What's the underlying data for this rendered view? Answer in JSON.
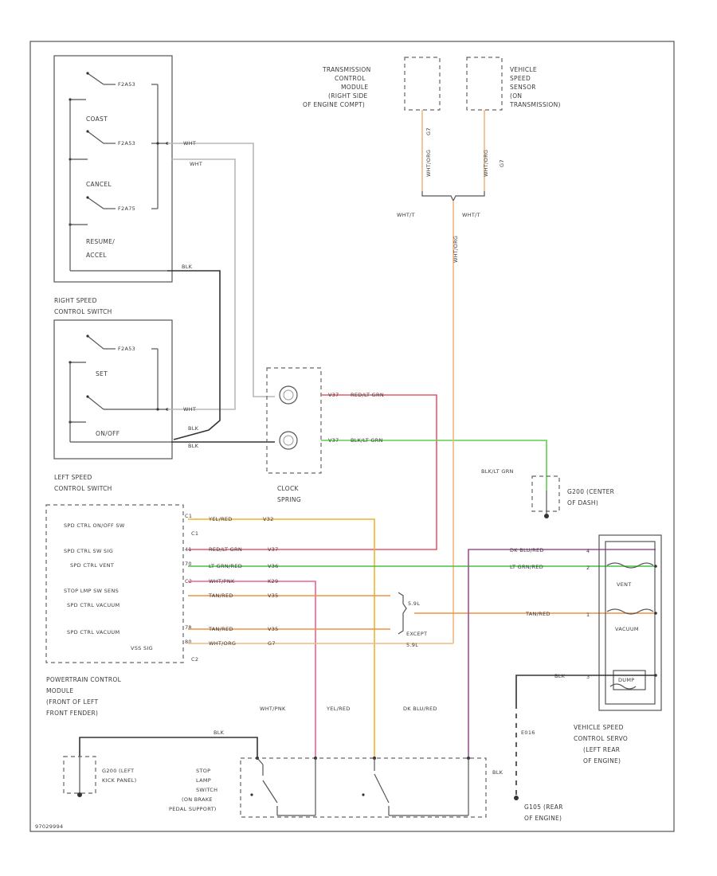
{
  "components": {
    "right_switch": {
      "name_lines": [
        "RIGHT SPEED",
        "CONTROL SWITCH"
      ],
      "contacts": [
        "COAST",
        "CANCEL",
        "RESUME/",
        "ACCEL"
      ],
      "terminal_labels": [
        "F2A53",
        "F2A53",
        "F2A75"
      ]
    },
    "left_switch": {
      "name_lines": [
        "LEFT SPEED",
        "CONTROL SWITCH"
      ],
      "contacts": [
        "SET",
        "ON/OFF"
      ],
      "terminal_labels": [
        "F2A53"
      ]
    },
    "tcm": {
      "name_lines": [
        "TRANSMISSION",
        "CONTROL",
        "MODULE",
        "(RIGHT SIDE",
        "OF ENGINE COMPT)"
      ]
    },
    "vss": {
      "name_lines": [
        "VEHICLE",
        "SPEED",
        "SENSOR",
        "(ON",
        "TRANSMISSION)"
      ]
    },
    "clock_spring": {
      "name_lines": [
        "CLOCK",
        "SPRING"
      ]
    },
    "g200": {
      "name_lines": [
        "G200 (CENTER",
        "OF DASH)"
      ]
    },
    "g200_left": {
      "name_lines": [
        "G200 (LEFT",
        "KICK PANEL)"
      ]
    },
    "pcm": {
      "name_lines": [
        "POWERTRAIN CONTROL",
        "MODULE",
        "(FRONT OF LEFT",
        "FRONT FENDER)"
      ],
      "pins": [
        {
          "label": "SPD CTRL ON/OFF SW",
          "pin": "C1",
          "wire": "YEL/RED",
          "circuit": "V32"
        },
        {
          "label": "SPD CTRL SW SIG",
          "pin": "41",
          "wire": "RED/LT GRN",
          "circuit": "V37"
        },
        {
          "label": "SPD CTRL VENT",
          "pin": "70",
          "wire": "LT GRN/RED",
          "circuit": "V36"
        },
        {
          "label": "STOP LMP SW SENS",
          "pin": "C2",
          "wire": "WHT/PNK",
          "circuit": "K29"
        },
        {
          "label": "SPD CTRL VACUUM",
          "pin": "",
          "wire": "TAN/RED",
          "circuit": "V35"
        },
        {
          "label": "SPD CTRL VACUUM",
          "pin": "78",
          "wire": "TAN/RED",
          "circuit": "V35"
        },
        {
          "label": "VSS SIG",
          "pin": "80",
          "wire": "WHT/ORG",
          "circuit": "G7"
        }
      ],
      "connector_labels": [
        "C1",
        "C2"
      ]
    },
    "servo": {
      "name_lines": [
        "VEHICLE SPEED",
        "CONTROL SERVO",
        "(LEFT REAR",
        "OF ENGINE)"
      ],
      "sections": [
        "VENT",
        "VACUUM",
        "DUMP"
      ],
      "pins": [
        "4",
        "2",
        "1",
        "3"
      ]
    },
    "stop_lamp": {
      "name_lines": [
        "STOP",
        "LAMP",
        "SWITCH",
        "(ON BRAKE",
        "PEDAL SUPPORT)"
      ]
    },
    "g105": {
      "name_lines": [
        "G105 (REAR",
        "OF ENGINE)"
      ]
    },
    "e016": {
      "label": "E016"
    }
  },
  "wire_labels": {
    "wht_1": "WHT",
    "wht_2": "WHT",
    "blk_a": "BLK",
    "blk_b": "BLK",
    "blk_c": "BLK",
    "wht_3": "WHT",
    "cs_top": "RED/LT GRN",
    "cs_bot": "BLK/LT GRN",
    "cs_top_c": "V37",
    "cs_bot_c": "V37",
    "g200_lbl": "BLK/LT GRN",
    "tcm_wire": "WHT/ORG",
    "tcm_circuit": "G7",
    "vss_wire": "WHT/ORG",
    "vss_circuit": "G7",
    "splice_l": "WHT/T",
    "splice_r": "WHT/T",
    "vert_wire": "WHT/ORG",
    "dk_blu_red_top": "DK BLU/RED",
    "lt_grn_red_servo": "LT GRN/RED",
    "tan_red_servo": "TAN/RED",
    "blk_servo": "BLK",
    "wht_pnk_bottom": "WHT/PNK",
    "yel_red_bottom": "YEL/RED",
    "dk_blu_red_bottom": "DK BLU/RED",
    "blk_left_ground": "BLK",
    "blk_g105": "BLK",
    "lhd_5_7": "5.9L",
    "except": "EXCEPT",
    "except_2": "5.9L",
    "footer_code": "97029994"
  },
  "colors": {
    "wht": "#b8b8b8",
    "blk": "#333333",
    "red_ltgrn": "#e8566a",
    "blk_ltgrn": "#5ccf4c",
    "yel_red": "#f0b030",
    "lt_grn_red": "#44c244",
    "wht_pnk": "#f06090",
    "tan_red": "#f09040",
    "wht_org": "#f0b880",
    "dk_blu_red": "#a05090"
  }
}
